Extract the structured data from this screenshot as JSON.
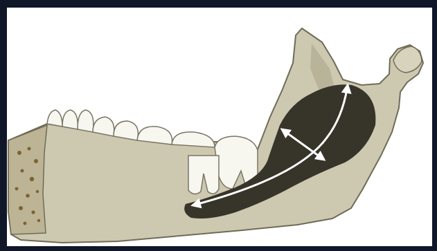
{
  "figure": {
    "subject": "mandible-lateral-view",
    "colors": {
      "frame": "#0f1729",
      "background": "#ffffff",
      "bone": "#cdc8b0",
      "bone_shadow": "#b3ad94",
      "outline": "#6f6b57",
      "tooth": "#f7f6ef",
      "lesion": "#37342a",
      "cancellous_spots": "#7a6430",
      "arrow": "#ffffff"
    },
    "arrows": [
      {
        "name": "long-axis-arrow",
        "style": "double-headed"
      },
      {
        "name": "short-axis-arrow",
        "style": "double-headed"
      }
    ]
  }
}
